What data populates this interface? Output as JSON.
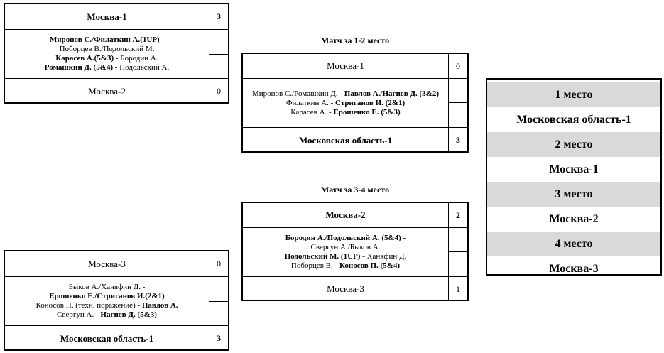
{
  "semi1": {
    "team1": "Москва-1",
    "score1": "3",
    "lines": [
      [
        {
          "t": "Миронов С./Филаткин А.(1UP) -",
          "b": true
        }
      ],
      [
        {
          "t": "Поборцев В./Подольский М.",
          "b": false
        }
      ],
      [
        {
          "t": "Карасев А.(5&3)",
          "b": true
        },
        {
          "t": " - Бородин А.",
          "b": false
        }
      ],
      [
        {
          "t": "Ромашкин Д. (5&4)",
          "b": true
        },
        {
          "t": " - Подольский А.",
          "b": false
        }
      ]
    ],
    "team2": "Москва-2",
    "score2": "0"
  },
  "semi2": {
    "team1": "Москва-3",
    "score1": "0",
    "lines": [
      [
        {
          "t": "Быков А./Ханяфин Д. -",
          "b": false
        }
      ],
      [
        {
          "t": "Ерошенко Е./Стриганов И.(2&1)",
          "b": true
        }
      ],
      [
        {
          "t": "Коносов П. (техн. поражение) - ",
          "b": false
        },
        {
          "t": "Павлов А.",
          "b": true
        }
      ],
      [
        {
          "t": "Свергун А. - ",
          "b": false
        },
        {
          "t": "Нагиев Д. (5&3)",
          "b": true
        }
      ]
    ],
    "team2": "Московская область-1",
    "score2": "3"
  },
  "final12": {
    "heading": "Матч за 1-2 место",
    "team1": "Москва-1",
    "score1": "0",
    "lines": [
      [
        {
          "t": "Миронов С./Ромашкин Д. - ",
          "b": false
        },
        {
          "t": "Павлов А./Нагиев Д. (3&2)",
          "b": true
        }
      ],
      [
        {
          "t": "Филаткин А. - ",
          "b": false
        },
        {
          "t": "Стриганов И. (2&1)",
          "b": true
        }
      ],
      [
        {
          "t": "Карасев А. - ",
          "b": false
        },
        {
          "t": "Ерошенко Е. (5&3)",
          "b": true
        }
      ]
    ],
    "team2": "Московская область-1",
    "score2": "3"
  },
  "final34": {
    "heading": "Матч за 3-4 место",
    "team1": "Москва-2",
    "score1": "2",
    "lines": [
      [
        {
          "t": "Бородин А./Подольский А. (5&4)",
          "b": true
        },
        {
          "t": " -",
          "b": false
        }
      ],
      [
        {
          "t": "Свергун А./Быков А.",
          "b": false
        }
      ],
      [
        {
          "t": "Подольский М. (1UP)",
          "b": true
        },
        {
          "t": " - Ханяфин Д.",
          "b": false
        }
      ],
      [
        {
          "t": "Поборцев В. - ",
          "b": false
        },
        {
          "t": "Коносов П. (5&4)",
          "b": true
        }
      ]
    ],
    "team2": "Москва-3",
    "score2": "1"
  },
  "standings": [
    {
      "place": "1 место",
      "team": "Московская область-1"
    },
    {
      "place": "2 место",
      "team": "Москва-1"
    },
    {
      "place": "3 место",
      "team": "Москва-2"
    },
    {
      "place": "4 место",
      "team": "Москва-3"
    }
  ]
}
